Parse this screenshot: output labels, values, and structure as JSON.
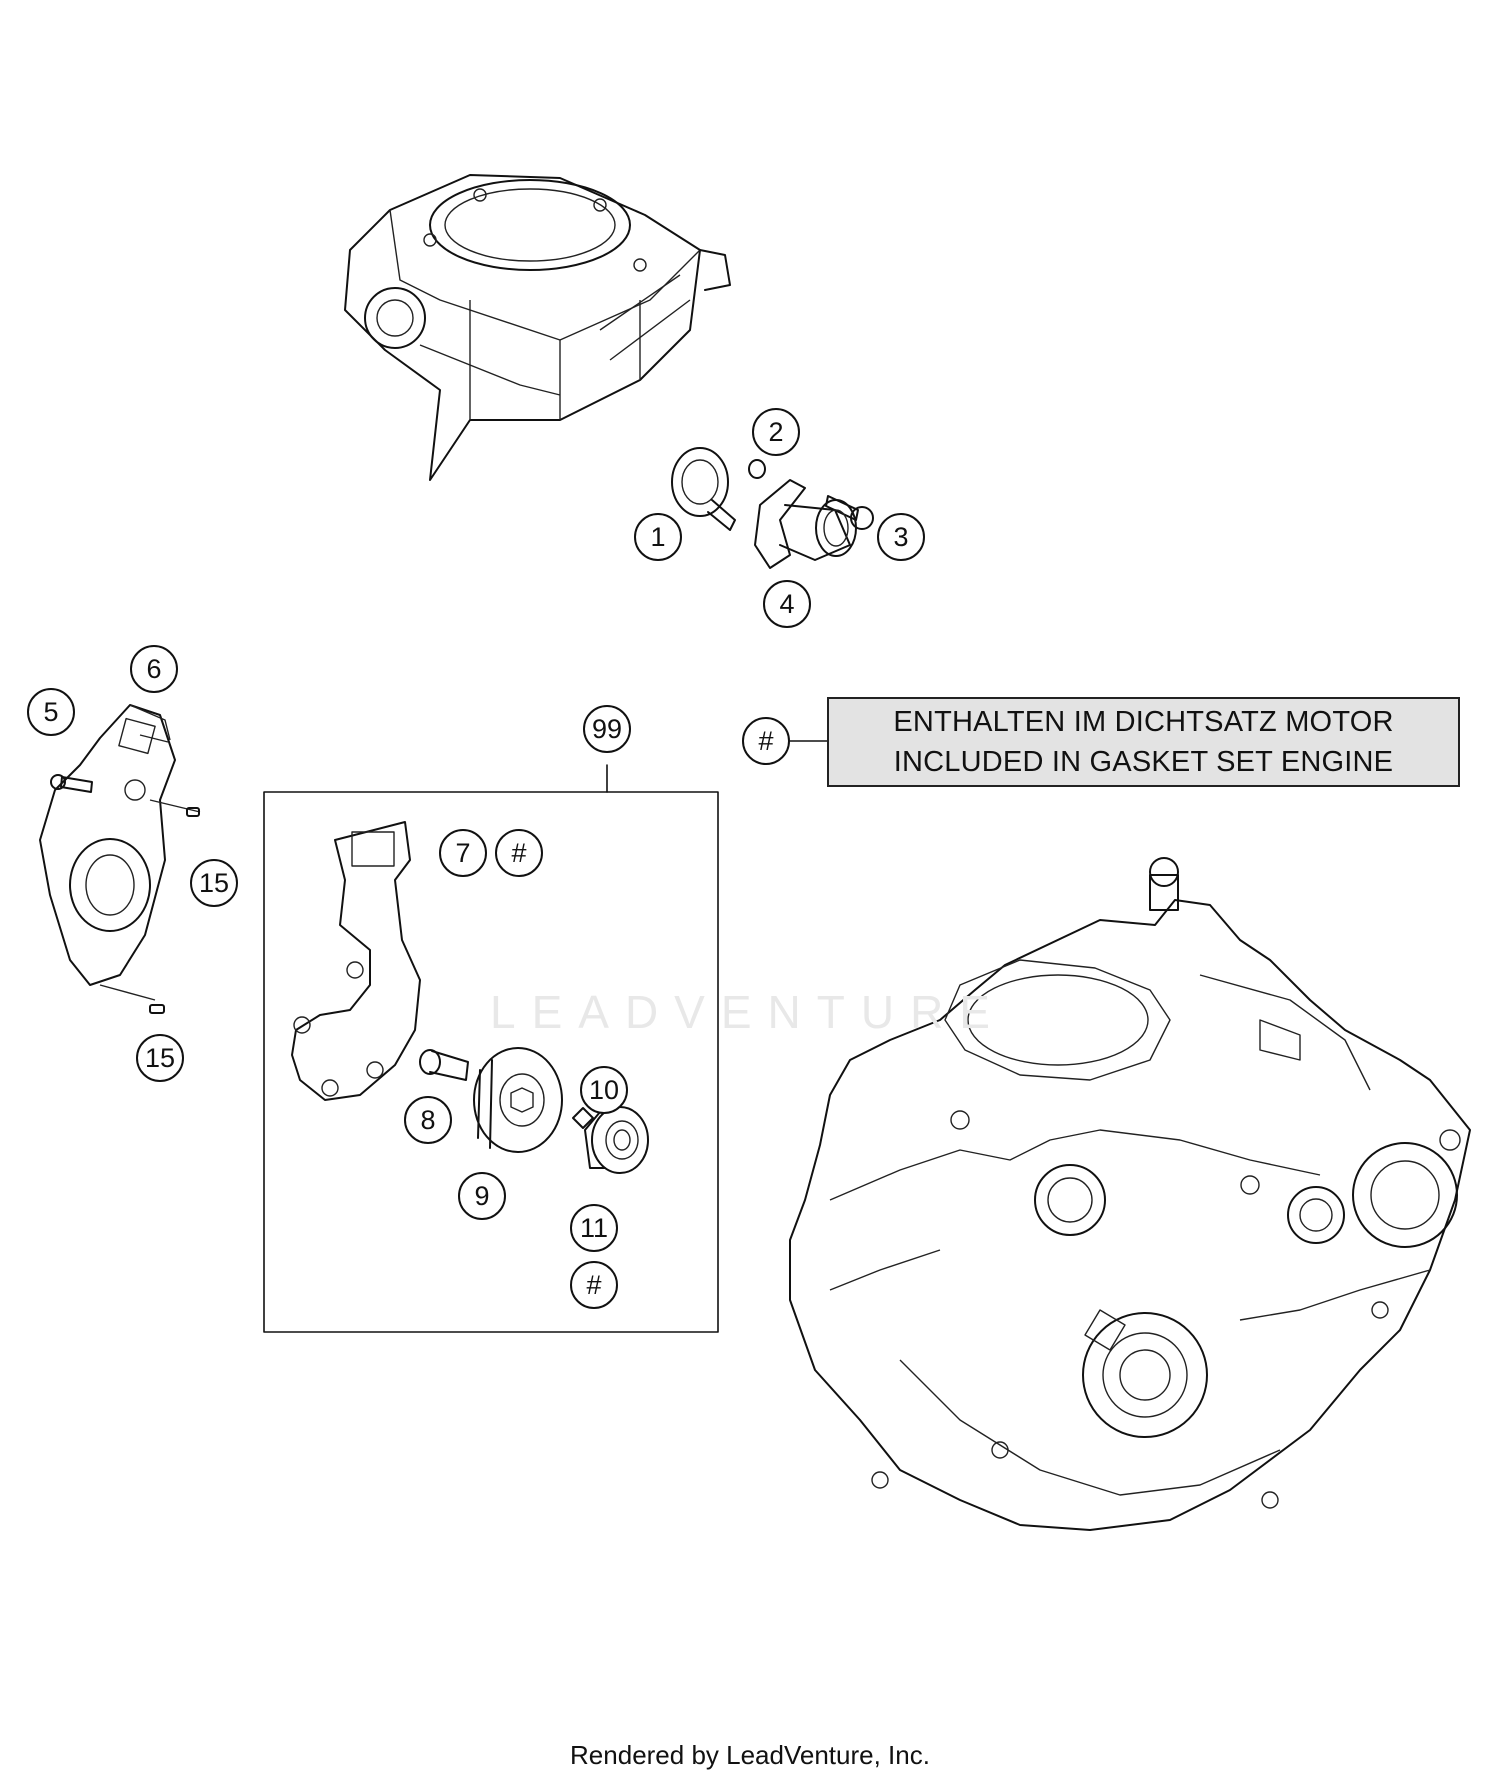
{
  "legend": {
    "symbol": "#",
    "line1": "ENTHALTEN IM DICHTSATZ MOTOR",
    "line2": "INCLUDED IN GASKET SET ENGINE"
  },
  "callouts": {
    "c1": "1",
    "c2": "2",
    "c3": "3",
    "c4": "4",
    "c5": "5",
    "c6": "6",
    "c7": "7",
    "c7_hash": "#",
    "c8": "8",
    "c9": "9",
    "c10": "10",
    "c11": "11",
    "c11_hash": "#",
    "c15_upper": "15",
    "c15_lower": "15",
    "c99": "99"
  },
  "watermark": "LEADVENTURE",
  "footer": "Rendered by LeadVenture, Inc.",
  "colors": {
    "line": "#111111",
    "legend_bg": "#e3e3e3",
    "watermark": "#e8e8e8"
  }
}
